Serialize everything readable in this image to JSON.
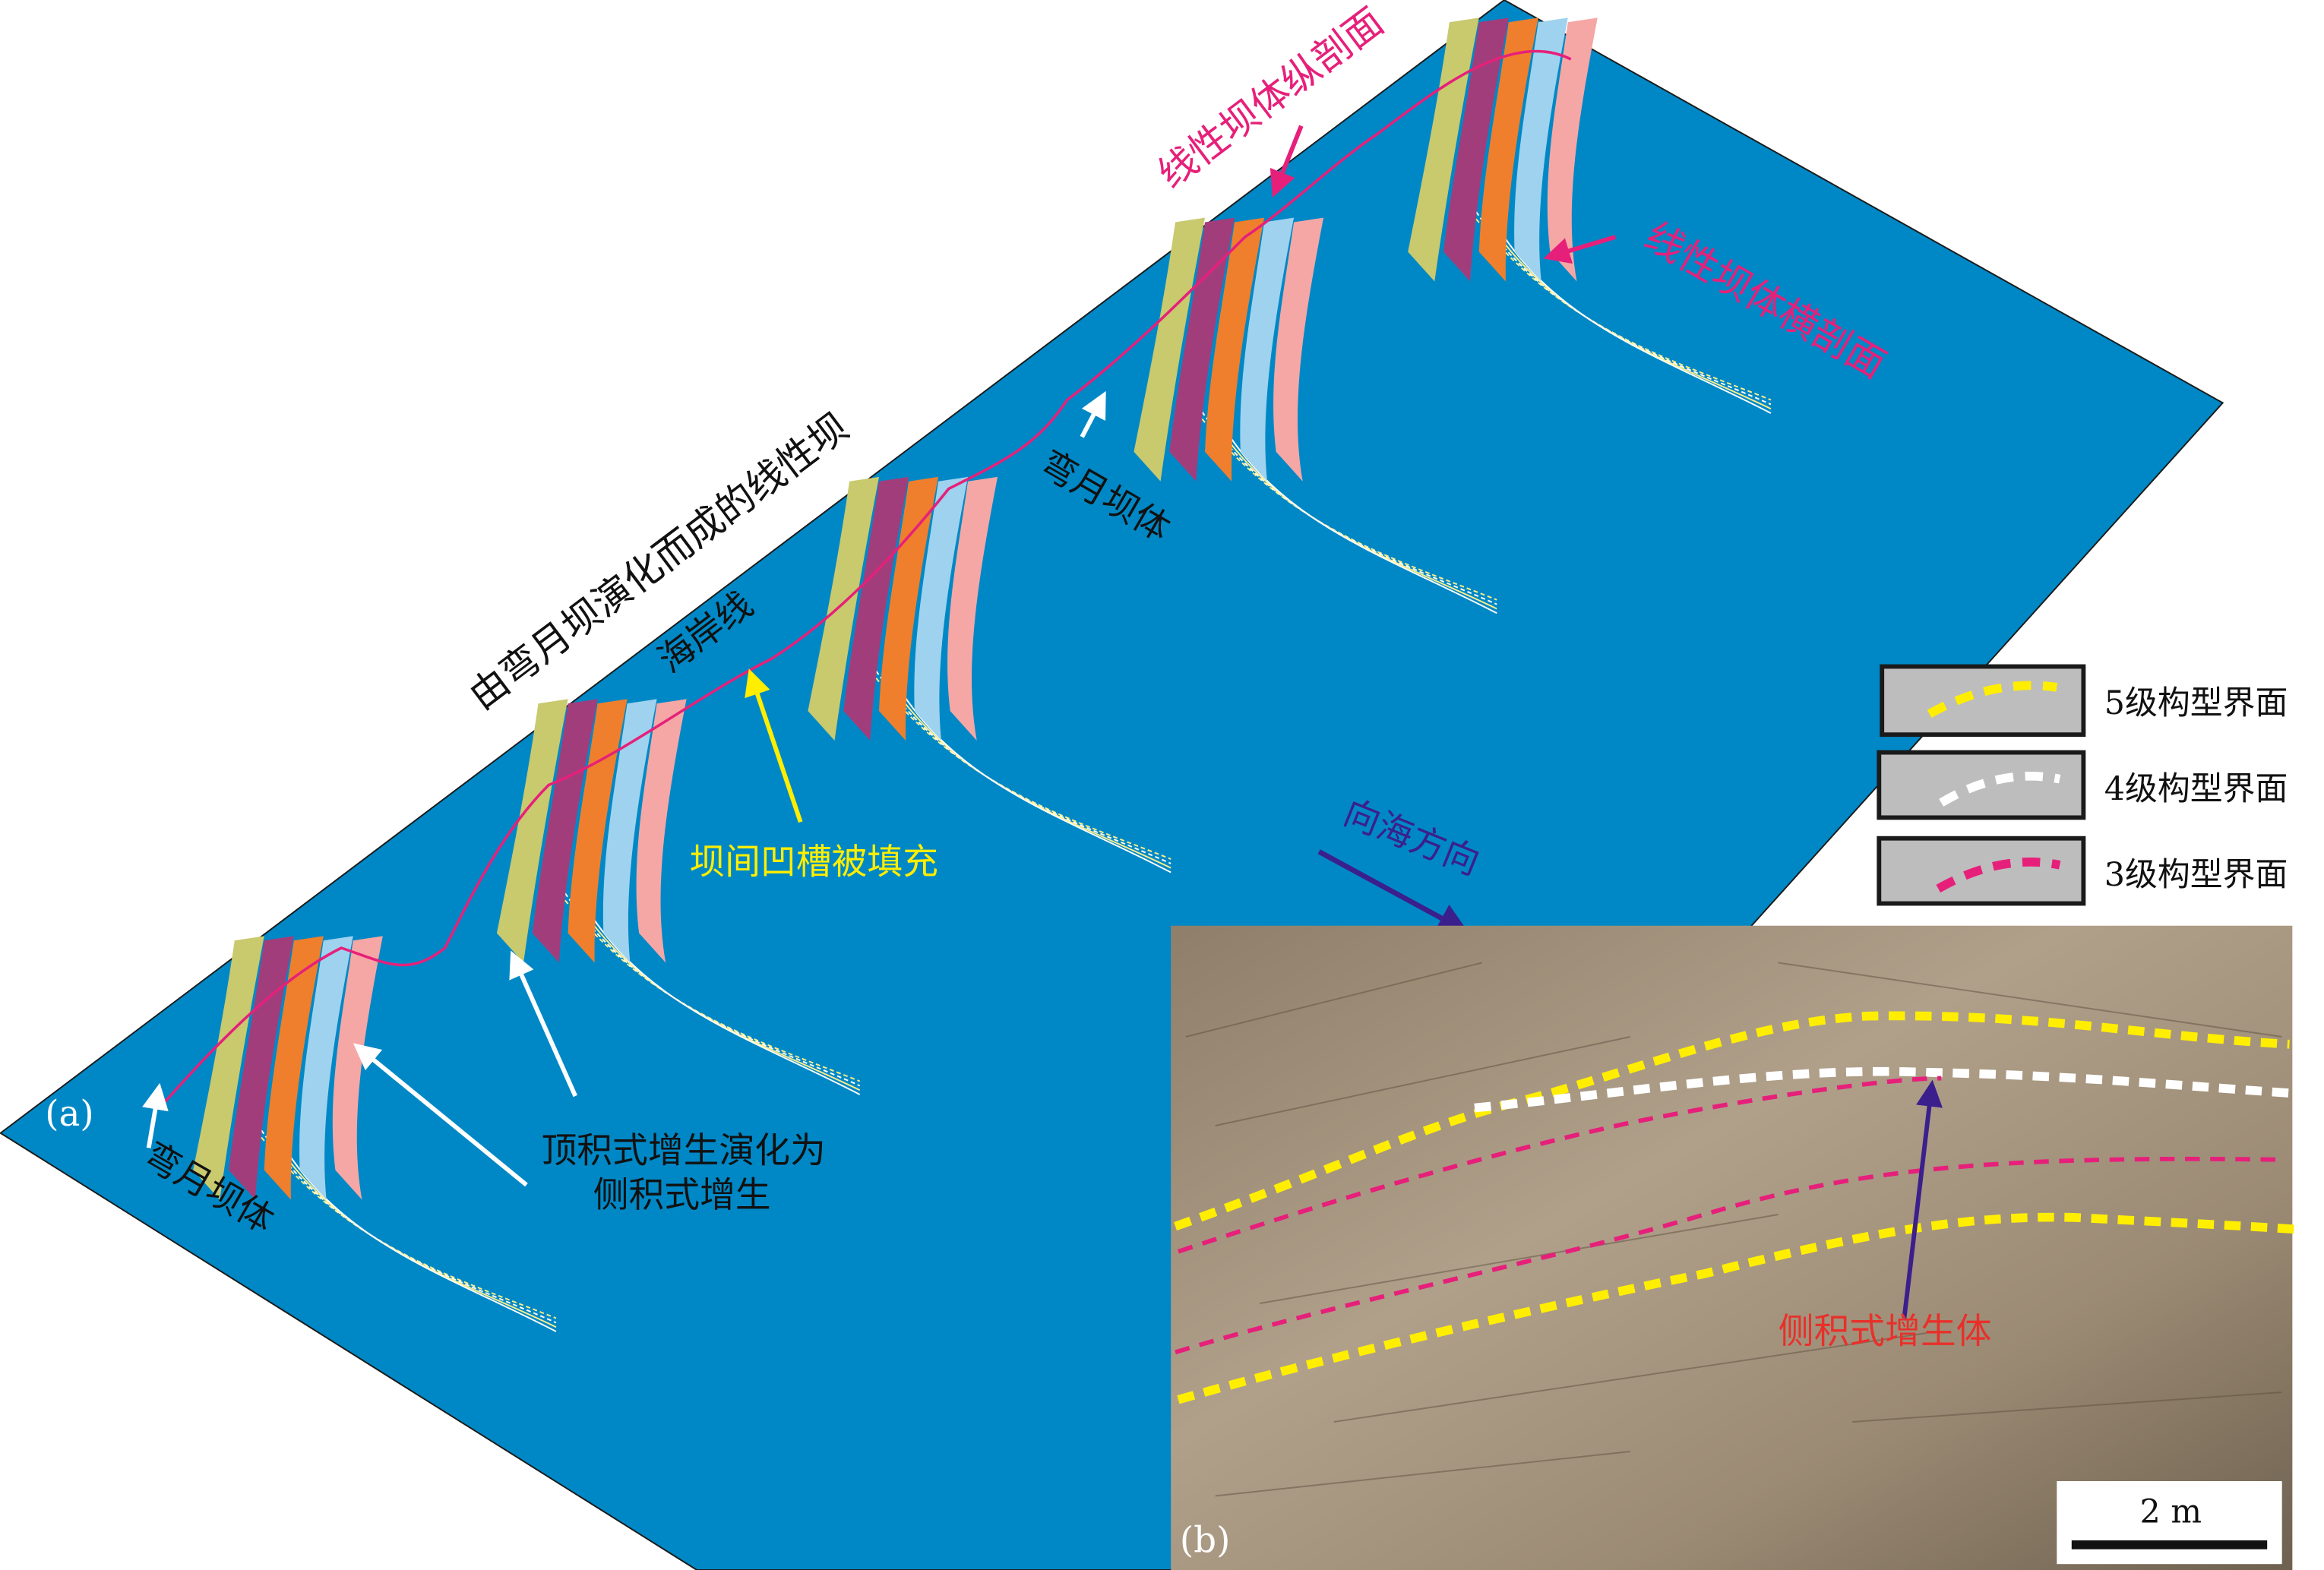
{
  "panel_a": {
    "label": "(a)",
    "title_along_edge": "由弯月坝演化而成的线性坝",
    "coastline": "海岸线",
    "longitudinal_section": "线性坝体纵剖面",
    "transverse_section": "线性坝体横剖面",
    "crescent_bar_1": "弯月坝体",
    "crescent_bar_2": "弯月坝体",
    "interbar_fill": "坝间凹槽被填充",
    "seaward": "向海方向",
    "evolution_line1": "顶积式增生演化为",
    "evolution_line2": "侧积式增生"
  },
  "legend": {
    "items": [
      {
        "label": "5级构型界面",
        "color": "#ffee00"
      },
      {
        "label": "4级构型界面",
        "color": "#ffffff"
      },
      {
        "label": "3级构型界面",
        "color": "#e6207a"
      }
    ]
  },
  "panel_b": {
    "label": "(b)",
    "annotation": "侧积式增生体",
    "scale_bar": "2 m"
  },
  "colors": {
    "sea": "#0088c6",
    "layer_colors": [
      "#c9c96e",
      "#a23d7c",
      "#ef7f2c",
      "#9fd2ee",
      "#f5a7a5"
    ],
    "arrow_purple": "#3b1f8c"
  }
}
